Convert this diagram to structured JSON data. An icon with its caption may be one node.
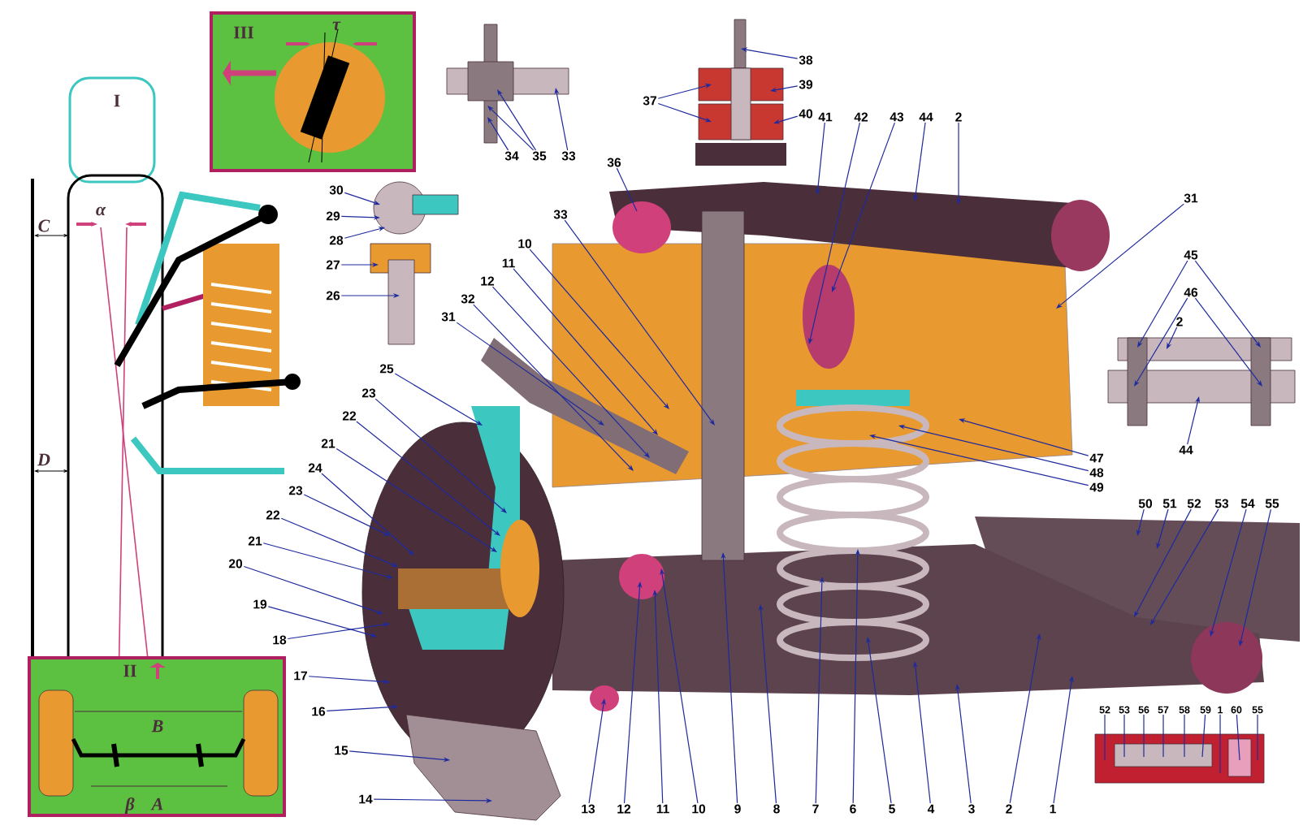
{
  "diagram": {
    "nodes": [
      {
        "text": [
          "34"
        ]
      },
      {
        "text": [
          "35"
        ]
      },
      {
        "text": [
          "33"
        ]
      },
      {
        "text": [
          "37"
        ]
      },
      {
        "text": [
          "38"
        ]
      },
      {
        "text": [
          "39"
        ]
      },
      {
        "text": [
          "40"
        ]
      },
      {
        "text": [
          "41"
        ]
      },
      {
        "text": [
          "42"
        ]
      },
      {
        "text": [
          "43"
        ]
      },
      {
        "text": [
          "44"
        ]
      },
      {
        "text": [
          "2"
        ]
      },
      {
        "text": [
          "36"
        ]
      },
      {
        "text": [
          "30"
        ]
      },
      {
        "text": [
          "29"
        ]
      },
      {
        "text": [
          "28"
        ]
      },
      {
        "text": [
          "27"
        ]
      },
      {
        "text": [
          "26"
        ]
      },
      {
        "text": [
          "33"
        ]
      },
      {
        "text": [
          "10"
        ]
      },
      {
        "text": [
          "11"
        ]
      },
      {
        "text": [
          "12"
        ]
      },
      {
        "text": [
          "32"
        ]
      },
      {
        "text": [
          "31"
        ]
      },
      {
        "text": [
          "31"
        ]
      },
      {
        "text": [
          "45"
        ]
      },
      {
        "text": [
          "46"
        ]
      },
      {
        "text": [
          "2"
        ]
      },
      {
        "text": [
          "44"
        ]
      },
      {
        "text": [
          "25"
        ]
      },
      {
        "text": [
          "23"
        ]
      },
      {
        "text": [
          "22"
        ]
      },
      {
        "text": [
          "21"
        ]
      },
      {
        "text": [
          "24"
        ]
      },
      {
        "text": [
          "23"
        ]
      },
      {
        "text": [
          "22"
        ]
      },
      {
        "text": [
          "21"
        ]
      },
      {
        "text": [
          "20"
        ]
      },
      {
        "text": [
          "19"
        ]
      },
      {
        "text": [
          "18"
        ]
      },
      {
        "text": [
          "17"
        ]
      },
      {
        "text": [
          "16"
        ]
      },
      {
        "text": [
          "15"
        ]
      },
      {
        "text": [
          "14"
        ]
      },
      {
        "text": [
          "47"
        ]
      },
      {
        "text": [
          "48"
        ]
      },
      {
        "text": [
          "49"
        ]
      },
      {
        "text": [
          "50"
        ]
      },
      {
        "text": [
          "51"
        ]
      },
      {
        "text": [
          "52"
        ]
      },
      {
        "text": [
          "53"
        ]
      },
      {
        "text": [
          "54"
        ]
      },
      {
        "text": [
          "55"
        ]
      },
      {
        "text": [
          "13"
        ]
      },
      {
        "text": [
          "12"
        ]
      },
      {
        "text": [
          "11"
        ]
      },
      {
        "text": [
          "10"
        ]
      },
      {
        "text": [
          "9"
        ]
      },
      {
        "text": [
          "8"
        ]
      },
      {
        "text": [
          "7"
        ]
      },
      {
        "text": [
          "6"
        ]
      },
      {
        "text": [
          "5"
        ]
      },
      {
        "text": [
          "4"
        ]
      },
      {
        "text": [
          "3"
        ]
      },
      {
        "text": [
          "2"
        ]
      },
      {
        "text": [
          "1"
        ]
      },
      {
        "text": [
          "52"
        ]
      },
      {
        "text": [
          "53"
        ]
      },
      {
        "text": [
          "56"
        ]
      },
      {
        "text": [
          "57"
        ]
      },
      {
        "text": [
          "58"
        ]
      },
      {
        "text": [
          "59"
        ]
      },
      {
        "text": [
          "1"
        ]
      },
      {
        "text": [
          "60"
        ]
      },
      {
        "text": [
          "55"
        ]
      }
    ],
    "edges": [
      {
        "from": 0,
        "to": null,
        "arrow": "to"
      },
      {
        "from": 1,
        "to": null,
        "arrow": "to"
      },
      {
        "from": 1,
        "to": null,
        "arrow": "to"
      },
      {
        "from": 2,
        "to": null,
        "arrow": "to"
      },
      {
        "from": 3,
        "to": null,
        "arrow": "to"
      },
      {
        "from": 3,
        "to": null,
        "arrow": "to"
      },
      {
        "from": 4,
        "to": null,
        "arrow": "to"
      },
      {
        "from": 5,
        "to": null,
        "arrow": "to"
      },
      {
        "from": 6,
        "to": null,
        "arrow": "to"
      },
      {
        "from": 7,
        "to": null,
        "arrow": "to"
      },
      {
        "from": 8,
        "to": null,
        "arrow": "to"
      },
      {
        "from": 9,
        "to": null,
        "arrow": "to"
      },
      {
        "from": 10,
        "to": null,
        "arrow": "to"
      },
      {
        "from": 11,
        "to": null,
        "arrow": "to"
      },
      {
        "from": 12,
        "to": null,
        "arrow": "none"
      },
      {
        "from": 13,
        "to": null,
        "arrow": "to"
      },
      {
        "from": 14,
        "to": null,
        "arrow": "to"
      },
      {
        "from": 15,
        "to": null,
        "arrow": "to"
      },
      {
        "from": 16,
        "to": null,
        "arrow": "to"
      },
      {
        "from": 17,
        "to": null,
        "arrow": "to"
      },
      {
        "from": 18,
        "to": null,
        "arrow": "to"
      },
      {
        "from": 19,
        "to": null,
        "arrow": "to"
      },
      {
        "from": 20,
        "to": null,
        "arrow": "to"
      },
      {
        "from": 21,
        "to": null,
        "arrow": "to"
      },
      {
        "from": 22,
        "to": null,
        "arrow": "to"
      },
      {
        "from": 23,
        "to": null,
        "arrow": "to"
      },
      {
        "from": 24,
        "to": null,
        "arrow": "to"
      },
      {
        "from": 25,
        "to": null,
        "arrow": "to"
      },
      {
        "from": 25,
        "to": null,
        "arrow": "to"
      },
      {
        "from": 26,
        "to": null,
        "arrow": "to"
      },
      {
        "from": 26,
        "to": null,
        "arrow": "to"
      },
      {
        "from": 27,
        "to": null,
        "arrow": "to"
      },
      {
        "from": 28,
        "to": null,
        "arrow": "to"
      },
      {
        "from": 29,
        "to": null,
        "arrow": "to"
      },
      {
        "from": 30,
        "to": null,
        "arrow": "to"
      },
      {
        "from": 31,
        "to": null,
        "arrow": "to"
      },
      {
        "from": 32,
        "to": null,
        "arrow": "to"
      },
      {
        "from": 33,
        "to": null,
        "arrow": "to"
      },
      {
        "from": 34,
        "to": null,
        "arrow": "to"
      },
      {
        "from": 35,
        "to": null,
        "arrow": "to"
      },
      {
        "from": 36,
        "to": null,
        "arrow": "to"
      },
      {
        "from": 37,
        "to": null,
        "arrow": "to"
      },
      {
        "from": 38,
        "to": null,
        "arrow": "to"
      },
      {
        "from": 39,
        "to": null,
        "arrow": "to"
      },
      {
        "from": 40,
        "to": null,
        "arrow": "to"
      },
      {
        "from": 41,
        "to": null,
        "arrow": "to"
      },
      {
        "from": 42,
        "to": null,
        "arrow": "to"
      },
      {
        "from": 43,
        "to": null,
        "arrow": "to"
      },
      {
        "from": 44,
        "to": null,
        "arrow": "to"
      },
      {
        "from": 45,
        "to": null,
        "arrow": "to"
      },
      {
        "from": 46,
        "to": null,
        "arrow": "to"
      },
      {
        "from": 47,
        "to": null,
        "arrow": "to"
      },
      {
        "from": 48,
        "to": null,
        "arrow": "to"
      },
      {
        "from": 49,
        "to": null,
        "arrow": "to"
      },
      {
        "from": 50,
        "to": null,
        "arrow": "to"
      },
      {
        "from": 51,
        "to": null,
        "arrow": "to"
      },
      {
        "from": 52,
        "to": null,
        "arrow": "to"
      },
      {
        "from": 53,
        "to": null,
        "arrow": "to"
      },
      {
        "from": 54,
        "to": null,
        "arrow": "to"
      },
      {
        "from": 55,
        "to": null,
        "arrow": "to"
      },
      {
        "from": 56,
        "to": null,
        "arrow": "to"
      },
      {
        "from": 57,
        "to": null,
        "arrow": "to"
      },
      {
        "from": 58,
        "to": null,
        "arrow": "to"
      },
      {
        "from": 59,
        "to": null,
        "arrow": "to"
      },
      {
        "from": 60,
        "to": null,
        "arrow": "to"
      },
      {
        "from": 61,
        "to": null,
        "arrow": "to"
      },
      {
        "from": 62,
        "to": null,
        "arrow": "to"
      },
      {
        "from": 63,
        "to": null,
        "arrow": "to"
      },
      {
        "from": 64,
        "to": null,
        "arrow": "to"
      },
      {
        "from": 65,
        "to": null,
        "arrow": "to"
      },
      {
        "from": 66,
        "to": null,
        "arrow": "none"
      },
      {
        "from": 67,
        "to": null,
        "arrow": "none"
      },
      {
        "from": 68,
        "to": null,
        "arrow": "none"
      },
      {
        "from": 69,
        "to": null,
        "arrow": "none"
      },
      {
        "from": 70,
        "to": null,
        "arrow": "none"
      },
      {
        "from": 71,
        "to": null,
        "arrow": "none"
      },
      {
        "from": 72,
        "to": null,
        "arrow": "none"
      },
      {
        "from": 73,
        "to": null,
        "arrow": "none"
      },
      {
        "from": 74,
        "to": null,
        "arrow": "none"
      }
    ],
    "labels": [
      "III",
      "τ",
      "I",
      "α",
      "C",
      "D",
      "β",
      "II",
      "B",
      "A"
    ]
  }
}
